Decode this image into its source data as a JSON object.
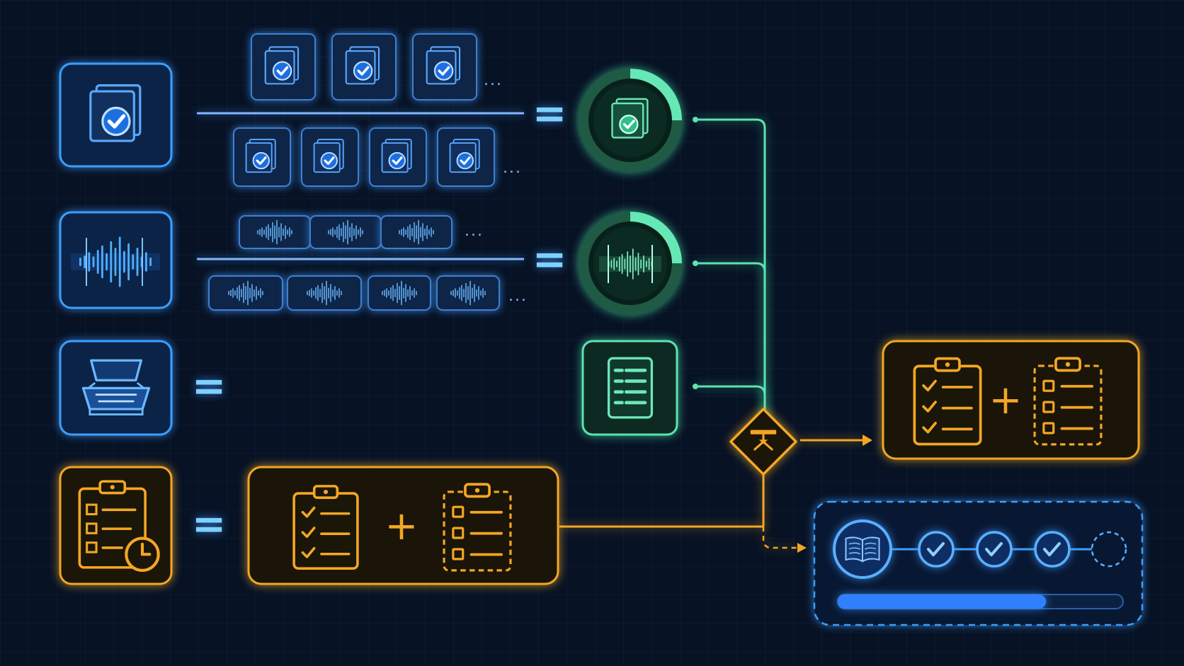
{
  "colors": {
    "background": "#071224",
    "blue": "#3aa0ff",
    "blue_light": "#7fc4ff",
    "green": "#5de3b0",
    "amber": "#f4a623",
    "progress_fill": "#2f80ff"
  },
  "icons": {
    "image_set": "stacked-documents-check-icon",
    "audio_set": "audio-waveform-icon",
    "scanner": "scanner-icon",
    "timed_checklist": "clipboard-clock-icon",
    "checklist": "clipboard-checklist-icon",
    "empty_checklist": "clipboard-empty-checklist-icon",
    "document": "document-lines-icon",
    "decision": "hierarchy-decision-icon",
    "book": "open-book-icon"
  },
  "symbols": {
    "equals": "=",
    "plus": "+",
    "more": "..."
  },
  "rows": {
    "image_row1_count": 3,
    "image_row2_count": 4,
    "audio_row1_count": 3,
    "audio_row2_count": 4
  },
  "rings": {
    "image_ring_fraction": 0.25,
    "audio_ring_fraction": 0.25
  },
  "progress": {
    "steps_completed": 3,
    "steps_total": 4,
    "fraction": 0.73
  }
}
